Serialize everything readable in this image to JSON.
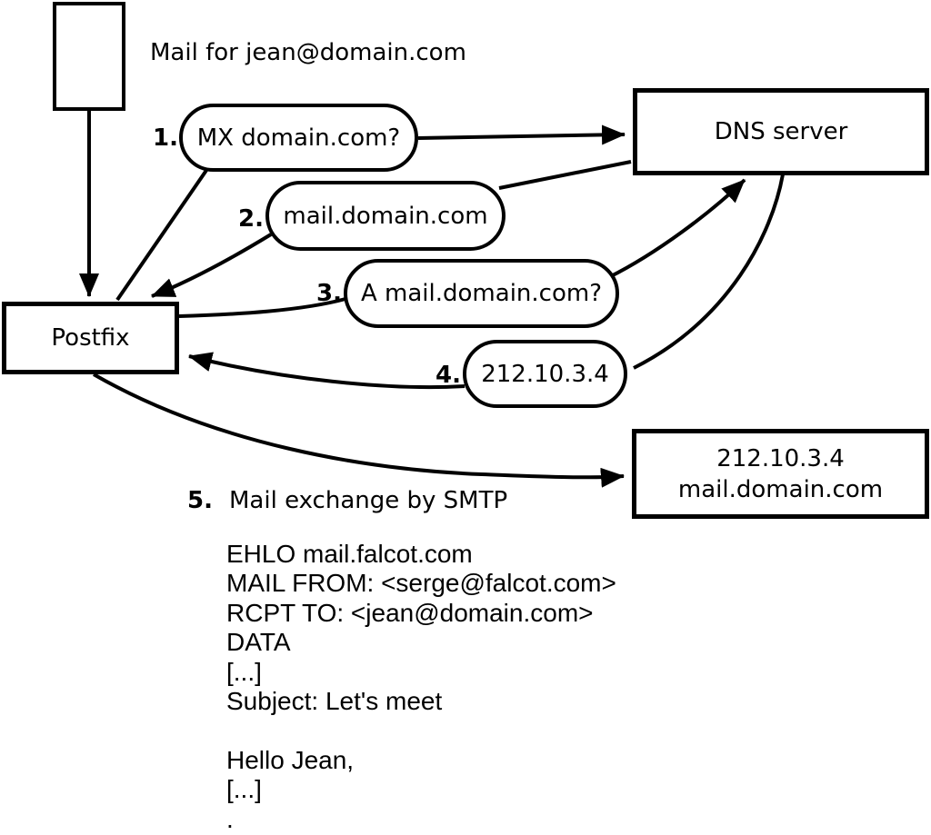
{
  "diagram": {
    "colors": {
      "stroke": "#000000",
      "background": "#ffffff"
    },
    "mail_note": "Mail for jean@domain.com",
    "nodes": {
      "postfix": "Postfix",
      "dns_server": "DNS server",
      "mail_server_line1": "212.10.3.4",
      "mail_server_line2": "mail.domain.com"
    },
    "steps": [
      {
        "num": "1.",
        "label": "MX domain.com?"
      },
      {
        "num": "2.",
        "label": "mail.domain.com"
      },
      {
        "num": "3.",
        "label": "A mail.domain.com?"
      },
      {
        "num": "4.",
        "label": "212.10.3.4"
      },
      {
        "num": "5.",
        "label": "Mail exchange by SMTP"
      }
    ],
    "smtp_session": [
      "EHLO mail.falcot.com",
      "MAIL FROM: <serge@falcot.com>",
      "RCPT TO: <jean@domain.com>",
      "DATA",
      "[...]",
      "Subject: Let's meet",
      "",
      "Hello Jean,",
      "[...]",
      "."
    ]
  }
}
